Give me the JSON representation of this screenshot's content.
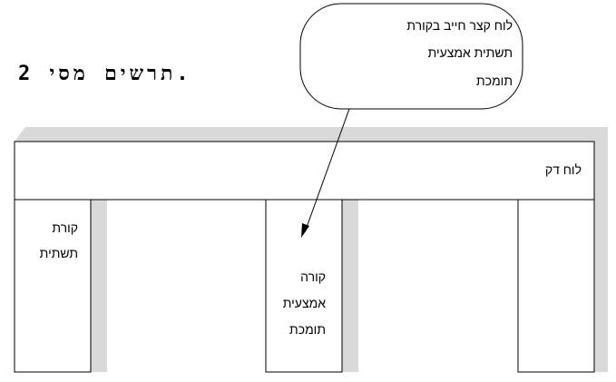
{
  "figure": {
    "title": "תרשים מסי 2.",
    "callout_lines": [
      "לוח קצר חייב בקורת",
      "תשתית אמצעית",
      "תומכת"
    ],
    "deck_label": "לוח דק",
    "left_beam_lines": [
      "קורת",
      "תשתית"
    ],
    "middle_beam_lines": [
      "קורה",
      "אמצעית",
      "תומכת"
    ]
  },
  "colors": {
    "line": "#000000",
    "shadow": "#d9d9d9",
    "fill": "#ffffff"
  }
}
